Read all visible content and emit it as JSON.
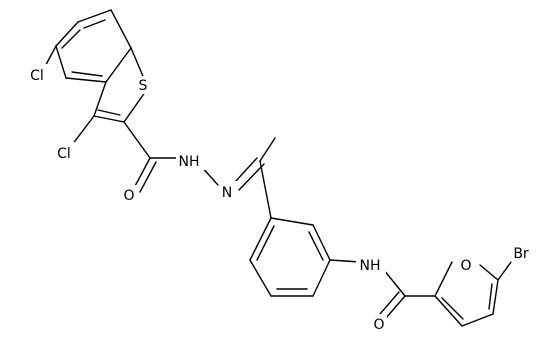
{
  "molecule": {
    "atom_labels": {
      "s": "S",
      "cl4": "Cl",
      "cl3": "Cl",
      "o_carbonyl": "O",
      "nh_hydrazide": "NH",
      "n_imine": "N",
      "nh_amide": "NH",
      "o_amide": "O",
      "o_furan": "O",
      "br": "Br"
    }
  }
}
